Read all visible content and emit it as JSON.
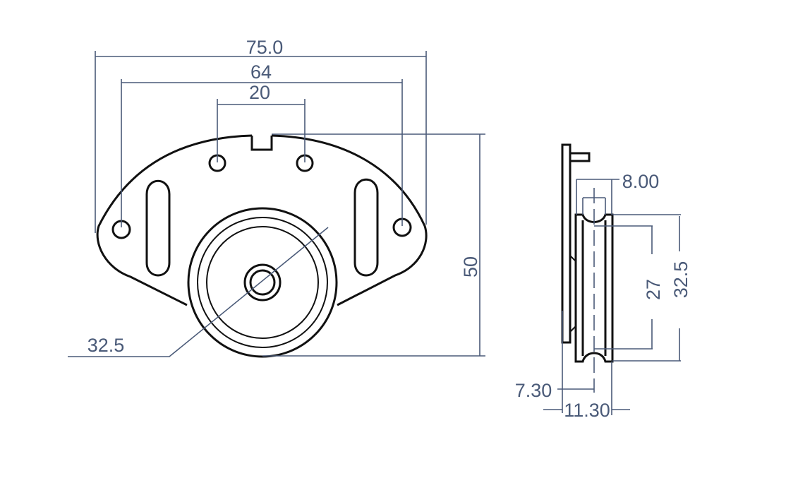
{
  "front_view": {
    "overall_width": "75.0",
    "outer_hole_spacing": "64",
    "inner_hole_spacing": "20",
    "height": "50",
    "pulley_diameter": "32.5"
  },
  "side_view": {
    "groove_width": "8.00",
    "groove_diameter": "27",
    "pulley_diameter": "32.5",
    "plate_to_groove_center": "7.30",
    "overall_depth": "11.30"
  },
  "colors": {
    "dimension": "#4a5a78",
    "outline": "#111111"
  }
}
